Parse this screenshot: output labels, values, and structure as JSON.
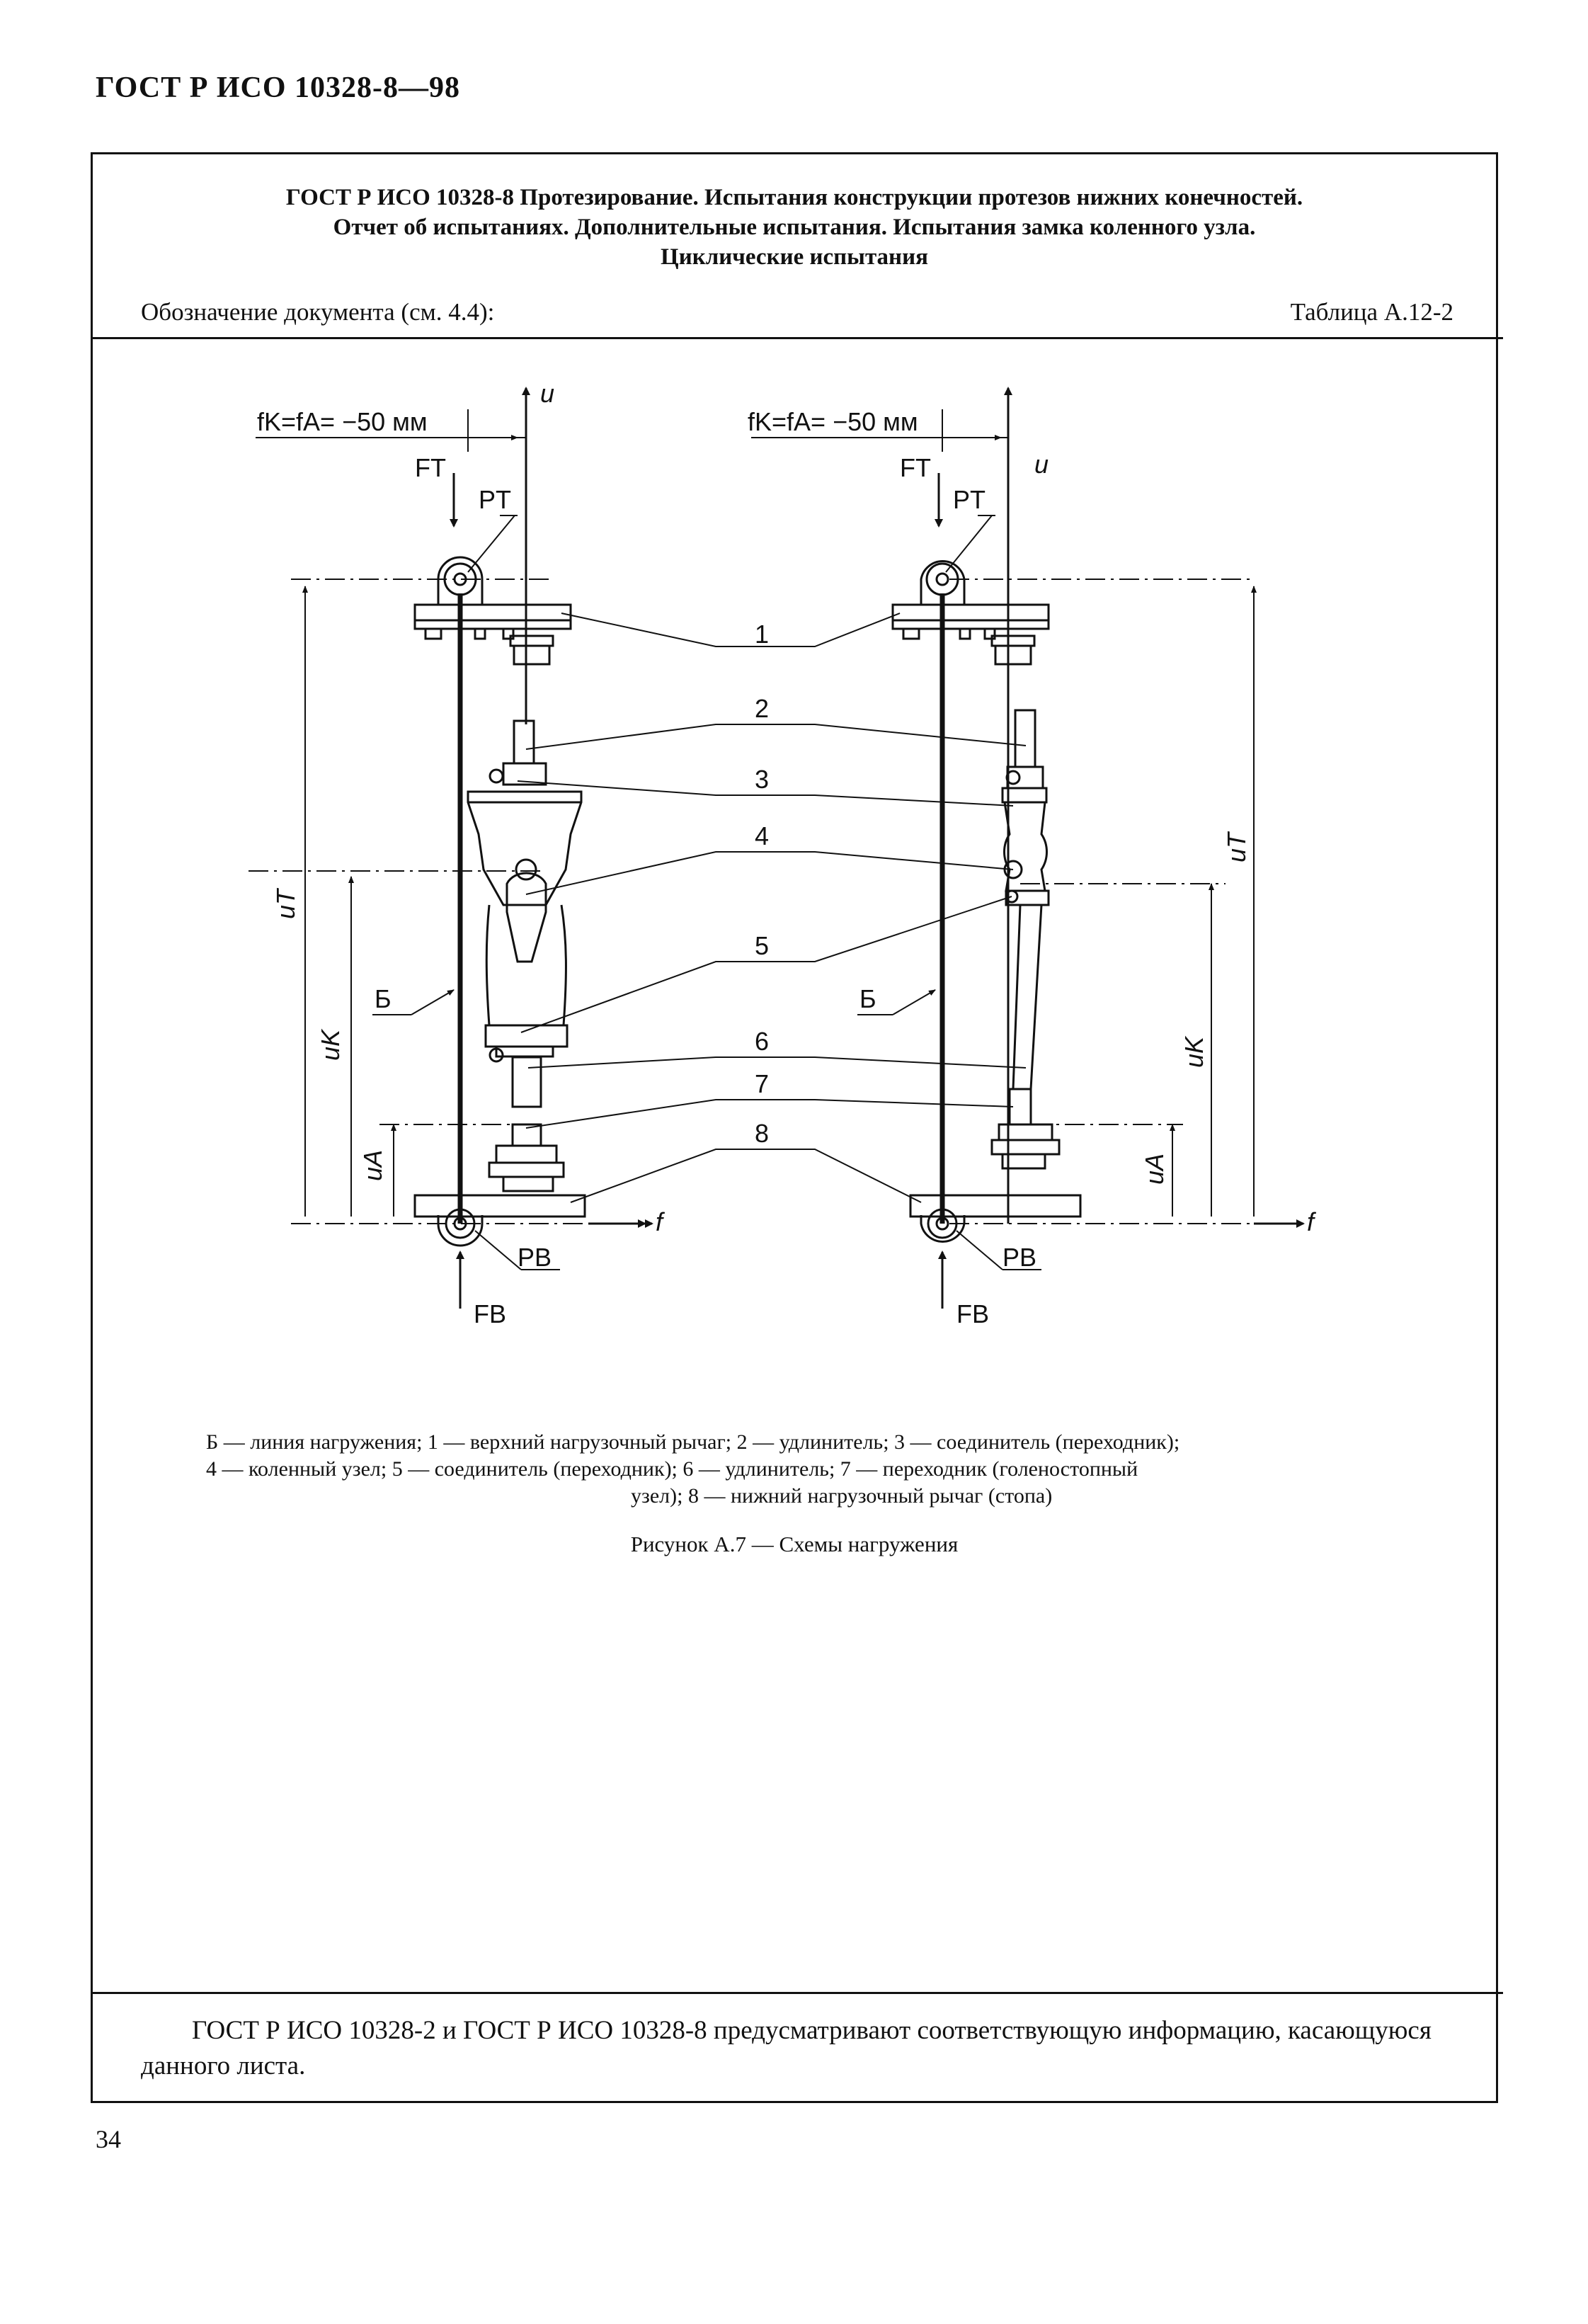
{
  "page_header": "ГОСТ Р ИСО 10328-8—98",
  "title": {
    "line1": "ГОСТ Р ИСО 10328-8 Протезирование. Испытания конструкции протезов нижних конечностей.",
    "line2": "Отчет об испытаниях. Дополнительные испытания. Испытания замка коленного узла.",
    "line3": "Циклические испытания"
  },
  "doc_reference": "Обозначение документа (см. 4.4):",
  "table_reference": "Таблица А.12-2",
  "figure": {
    "offset_label_left": "fK=fA= −50 мм",
    "offset_label_right": "fK=fA= −50 мм",
    "axis_u": "u",
    "axis_f": "f",
    "force_top": "FT",
    "force_bottom": "FB",
    "point_top": "PT",
    "point_bottom": "PB",
    "load_line": "Б",
    "dim_uT": "uT",
    "dim_uK": "uK",
    "dim_uA": "uA",
    "callouts": [
      "1",
      "2",
      "3",
      "4",
      "5",
      "6",
      "7",
      "8"
    ]
  },
  "legend": {
    "line1": "Б — линия нагружения; 1 — верхний нагрузочный рычаг; 2 — удлинитель; 3 — соединитель (переходник);",
    "line2": "4 — коленный узел; 5 — соединитель (переходник); 6 — удлинитель; 7 — переходник (голеностопный",
    "line3": "узел); 8 — нижний нагрузочный рычаг (стопа)"
  },
  "caption": "Рисунок А.7 — Схемы нагружения",
  "footer_note": "ГОСТ Р ИСО 10328-2 и ГОСТ Р ИСО 10328-8 предусматривают соответствующую информацию, касающуюся данного листа.",
  "page_number": "34"
}
